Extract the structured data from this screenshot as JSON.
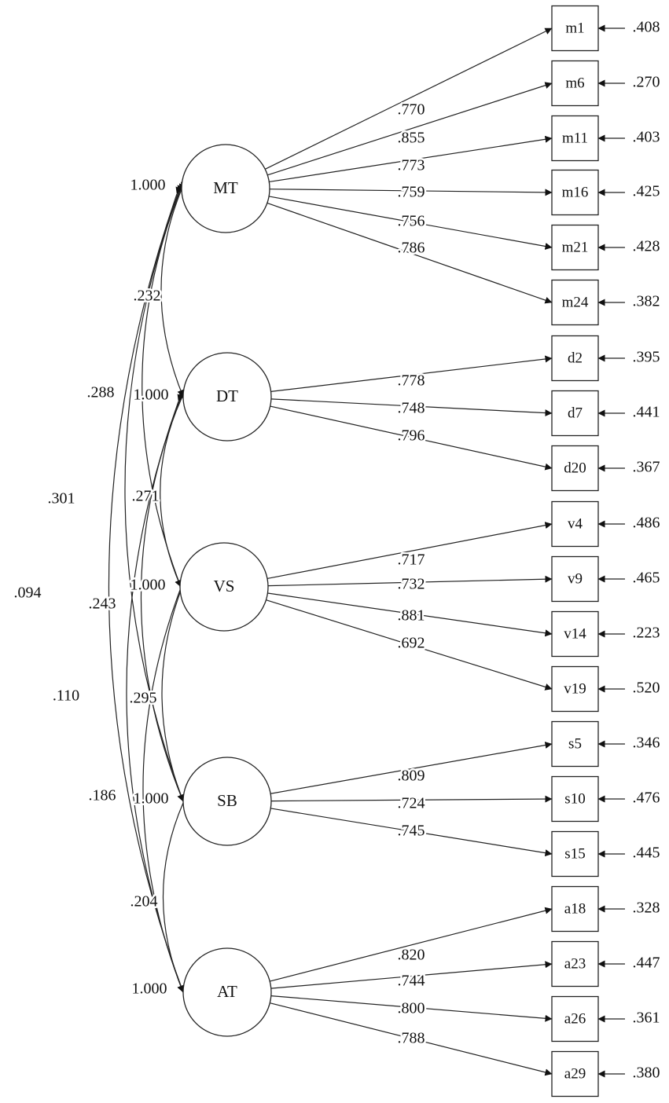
{
  "factors": [
    {
      "id": "MT",
      "label": "MT",
      "variance": "1.000"
    },
    {
      "id": "DT",
      "label": "DT",
      "variance": "1.000"
    },
    {
      "id": "VS",
      "label": "VS",
      "variance": "1.000"
    },
    {
      "id": "SB",
      "label": "SB",
      "variance": "1.000"
    },
    {
      "id": "AT",
      "label": "AT",
      "variance": "1.000"
    }
  ],
  "indicators": [
    {
      "label": "m1",
      "factor": "MT",
      "loading": ".770",
      "error": ".408"
    },
    {
      "label": "m6",
      "factor": "MT",
      "loading": ".855",
      "error": ".270"
    },
    {
      "label": "m11",
      "factor": "MT",
      "loading": ".773",
      "error": ".403"
    },
    {
      "label": "m16",
      "factor": "MT",
      "loading": ".759",
      "error": ".425"
    },
    {
      "label": "m21",
      "factor": "MT",
      "loading": ".756",
      "error": ".428"
    },
    {
      "label": "m24",
      "factor": "MT",
      "loading": ".786",
      "error": ".382"
    },
    {
      "label": "d2",
      "factor": "DT",
      "loading": ".778",
      "error": ".395"
    },
    {
      "label": "d7",
      "factor": "DT",
      "loading": ".748",
      "error": ".441"
    },
    {
      "label": "d20",
      "factor": "DT",
      "loading": ".796",
      "error": ".367"
    },
    {
      "label": "v4",
      "factor": "VS",
      "loading": ".717",
      "error": ".486"
    },
    {
      "label": "v9",
      "factor": "VS",
      "loading": ".732",
      "error": ".465"
    },
    {
      "label": "v14",
      "factor": "VS",
      "loading": ".881",
      "error": ".223"
    },
    {
      "label": "v19",
      "factor": "VS",
      "loading": ".692",
      "error": ".520"
    },
    {
      "label": "s5",
      "factor": "SB",
      "loading": ".809",
      "error": ".346"
    },
    {
      "label": "s10",
      "factor": "SB",
      "loading": ".724",
      "error": ".476"
    },
    {
      "label": "s15",
      "factor": "SB",
      "loading": ".745",
      "error": ".445"
    },
    {
      "label": "a18",
      "factor": "AT",
      "loading": ".820",
      "error": ".328"
    },
    {
      "label": "a23",
      "factor": "AT",
      "loading": ".744",
      "error": ".447"
    },
    {
      "label": "a26",
      "factor": "AT",
      "loading": ".800",
      "error": ".361"
    },
    {
      "label": "a29",
      "factor": "AT",
      "loading": ".788",
      "error": ".380"
    }
  ],
  "correlations": [
    {
      "from": "MT",
      "to": "DT",
      "value": ".232"
    },
    {
      "from": "MT",
      "to": "VS",
      "value": ".288"
    },
    {
      "from": "MT",
      "to": "SB",
      "value": ".301"
    },
    {
      "from": "MT",
      "to": "AT",
      "value": ".094"
    },
    {
      "from": "DT",
      "to": "VS",
      "value": ".271"
    },
    {
      "from": "DT",
      "to": "SB",
      "value": ".243"
    },
    {
      "from": "DT",
      "to": "AT",
      "value": ".110"
    },
    {
      "from": "VS",
      "to": "SB",
      "value": ".295"
    },
    {
      "from": "VS",
      "to": "AT",
      "value": ".186"
    },
    {
      "from": "SB",
      "to": "AT",
      "value": ".204"
    }
  ]
}
